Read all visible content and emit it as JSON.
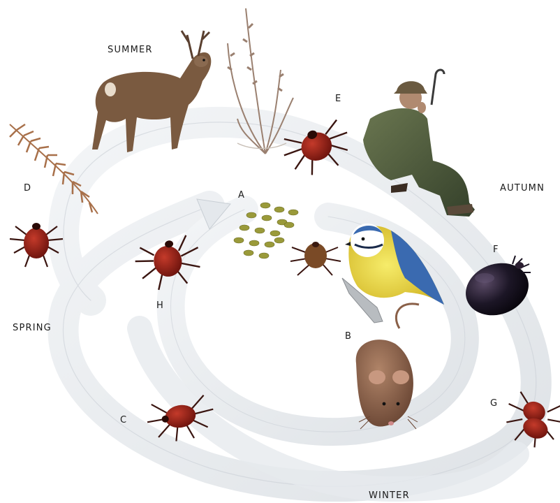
{
  "diagram": {
    "seasons": {
      "summer": "SUMMER",
      "autumn": "AUTUMN",
      "winter": "WINTER",
      "spring": "SPRING"
    },
    "stages": {
      "a": "A",
      "b": "B",
      "c": "C",
      "d": "D",
      "e": "E",
      "f": "F",
      "g": "G",
      "h": "H"
    },
    "colors": {
      "band": "#e9ecef",
      "band_edge": "#c9cfd5",
      "tick_body": "#8b1a14",
      "tick_legs": "#3a1510",
      "engorged_tick": "#1a1422",
      "eggs": "#9a9a3a",
      "deer": "#7a5a40",
      "bird_yellow": "#e8d93a",
      "bird_blue": "#3a6ab0",
      "mouse": "#8a6048",
      "fern": "#a8704a",
      "heather": "#9a8070",
      "hiker_jacket": "#4a5a38"
    }
  }
}
